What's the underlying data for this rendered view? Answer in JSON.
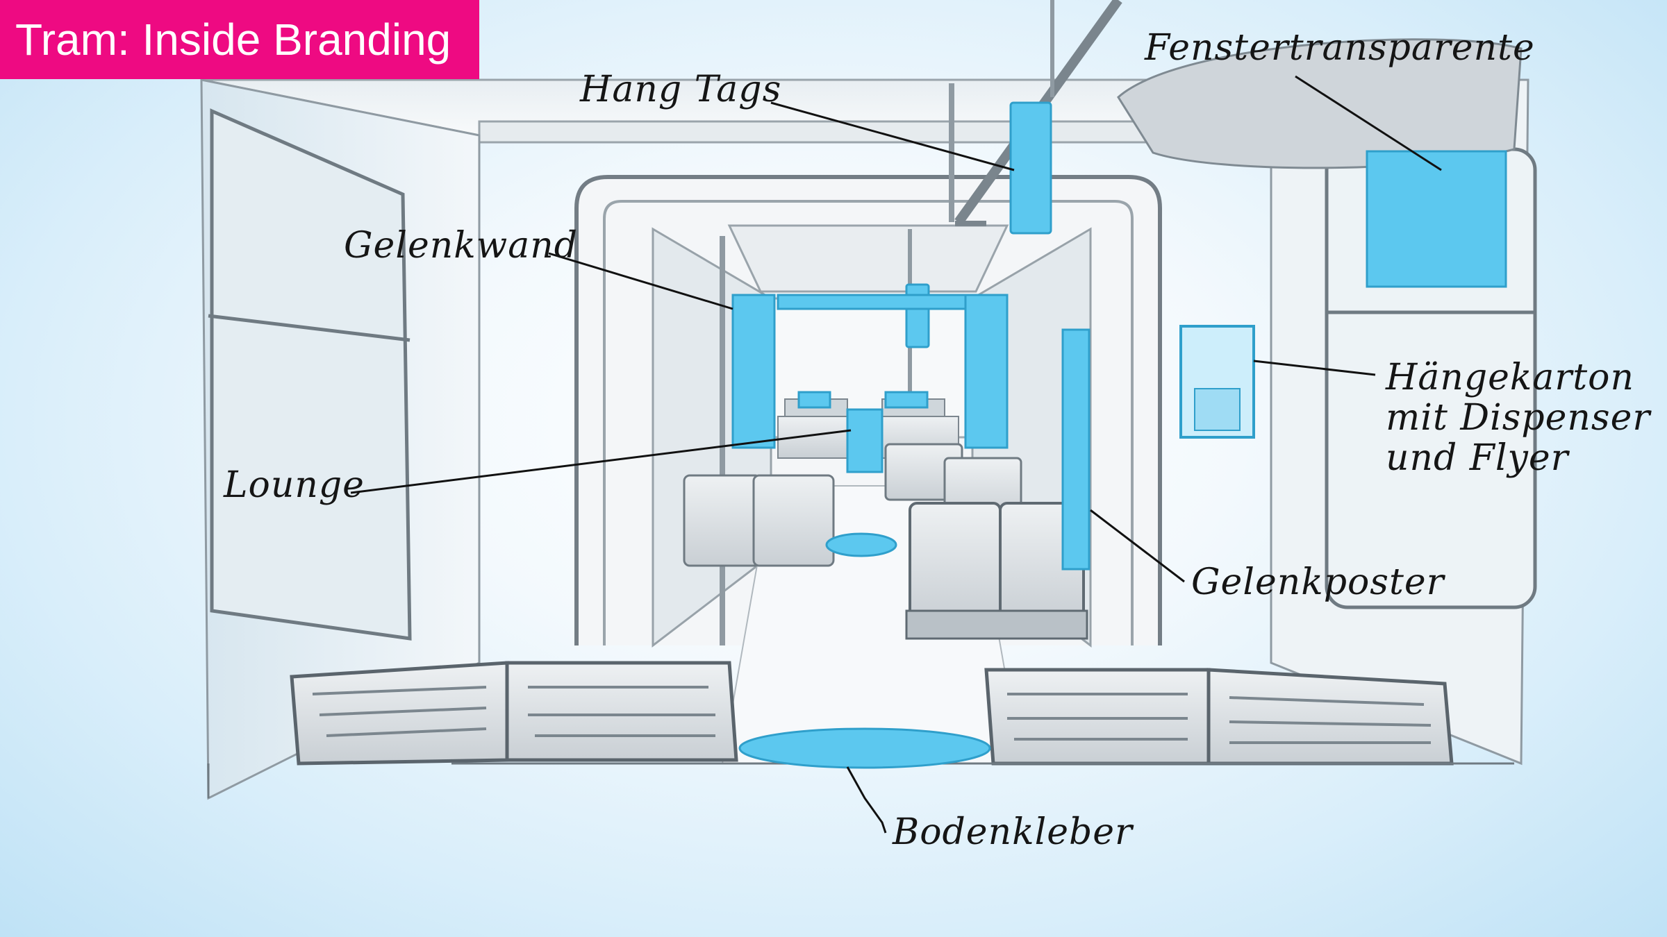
{
  "title": "Tram: Inside Branding",
  "colors": {
    "accent": "#ee0a82",
    "highlight": "#5cc8ef",
    "sketch": "#3a3f45"
  },
  "labels": {
    "hang_tags": "Hang Tags",
    "fenstertransparente": "Fenstertransparente",
    "gelenkwand": "Gelenkwand",
    "lounge": "Lounge",
    "haengekarton_line1": "Hängekarton",
    "haengekarton_line2": "mit Dispenser",
    "haengekarton_line3": "und Flyer",
    "gelenkposter": "Gelenkposter",
    "bodenkleber": "Bodenkleber"
  }
}
